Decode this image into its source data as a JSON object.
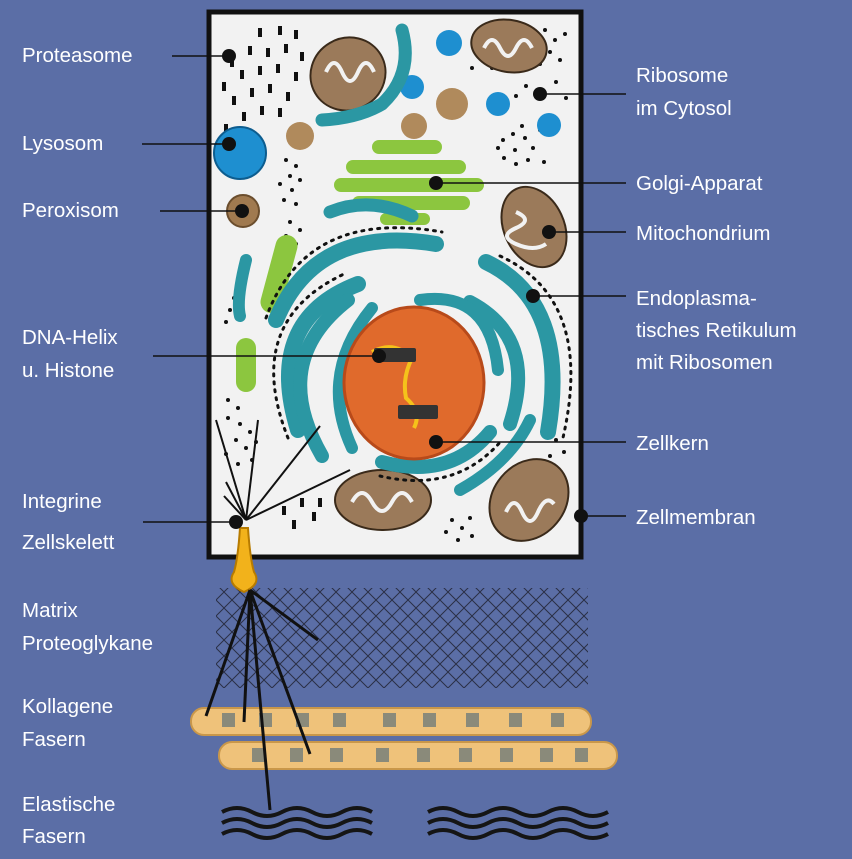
{
  "labels": {
    "proteasome": "Proteasome",
    "lysosom": "Lysosom",
    "peroxisom": "Peroxisom",
    "dna_helix_1": "DNA-Helix",
    "dna_helix_2": "u. Histone",
    "integrine": "Integrine",
    "zellskelett": "Zellskelett",
    "matrix_1": "Matrix",
    "matrix_2": "Proteoglykane",
    "kollagene_1": "Kollagene",
    "kollagene_2": "Fasern",
    "elastische_1": "Elastische",
    "elastische_2": "Fasern",
    "ribosome_1": "Ribosome",
    "ribosome_2": "im Cytosol",
    "golgi": "Golgi-Apparat",
    "mitochondrium": "Mitochondrium",
    "er_1": "Endoplasma-",
    "er_2": "tisches Retikulum",
    "er_3": "mit Ribosomen",
    "zellkern": "Zellkern",
    "zellmembran": "Zellmembran"
  },
  "colors": {
    "background": "#5b6ea6",
    "cytoplasm": "#f2f2f2",
    "membrane": "#111111",
    "er": "#2b97a3",
    "golgi": "#8cc63f",
    "mitochondrion": "#9b7a5a",
    "lysosome": "#1e8fd0",
    "peroxisome": "#a07a50",
    "nucleus": "#e06a2c",
    "dna": "#f5c21b",
    "collagen": "#efc27a",
    "integrin": "#f2b21b"
  }
}
